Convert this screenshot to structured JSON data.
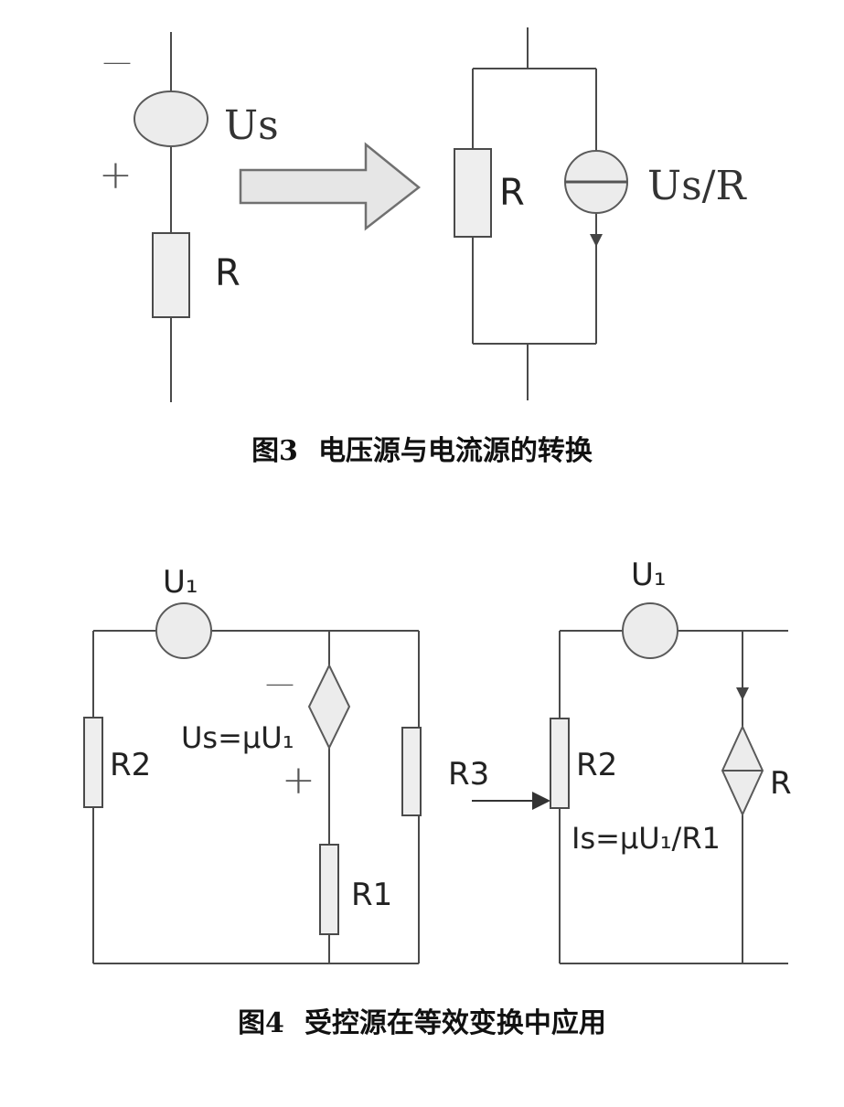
{
  "figure3": {
    "left": {
      "source_label": "Us",
      "minus_sign": "—",
      "plus_sign": "+",
      "resistor_label": "R"
    },
    "right": {
      "resistor_label": "R",
      "source_label": "Us/R"
    },
    "caption_number": "图3",
    "caption_text": "电压源与电流源的转换"
  },
  "figure4": {
    "left": {
      "source_u1": "U₁",
      "resistor_r2": "R2",
      "dep_source_label": "Us=μU₁",
      "minus_sign": "—",
      "plus_sign": "+",
      "resistor_r1": "R1"
    },
    "middle": {
      "r3_label": "R3"
    },
    "right": {
      "source_u1": "U₁",
      "resistor_r2": "R2",
      "dep_source_label": "Is=μU₁/R1",
      "cut_label": "R"
    },
    "caption_number": "图4",
    "caption_text": "受控源在等效变换中应用"
  }
}
